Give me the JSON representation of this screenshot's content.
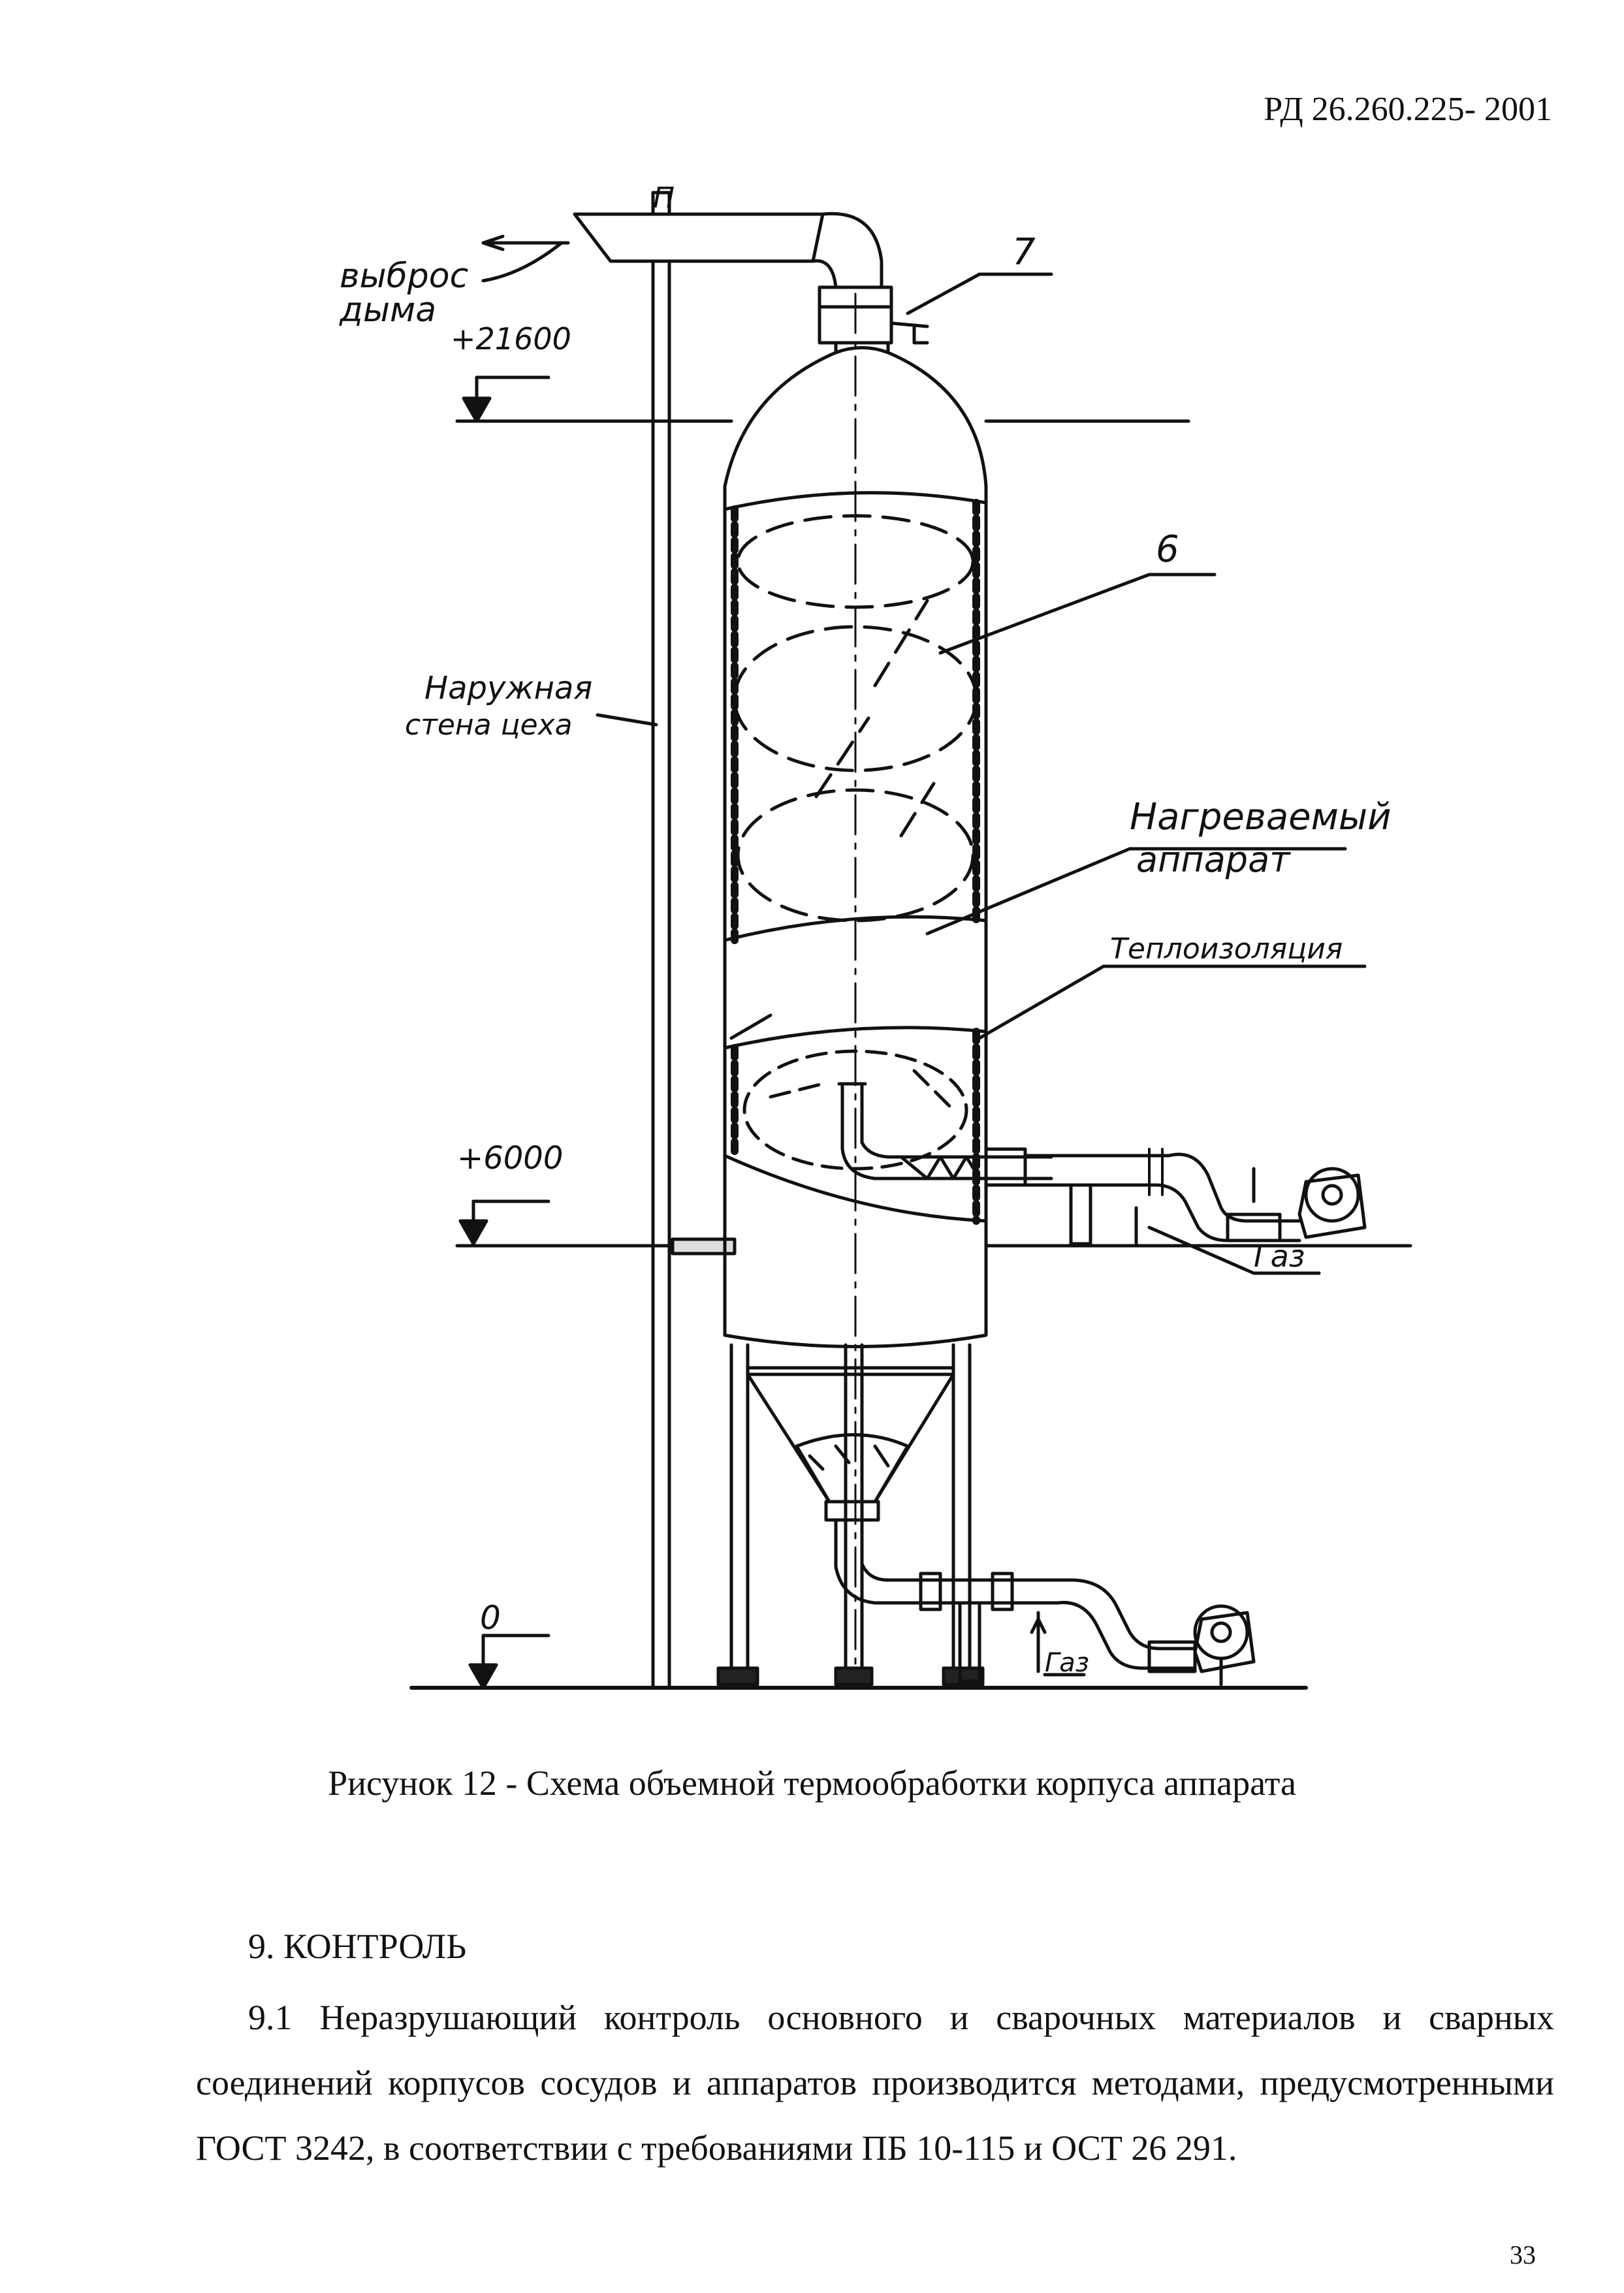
{
  "header": {
    "doc_code": "РД 26.260.225- 2001"
  },
  "figure": {
    "labels": {
      "smoke": "выброс дыма",
      "level_top": "+21600",
      "item_7": "7",
      "item_6": "6",
      "outer_wall": "Наружная стена цеха",
      "heated_apparatus": "Нагреваемый аппарат",
      "insulation": "Теплоизоляция",
      "level_mid": "+6000",
      "gas_upper": "Газ",
      "level_zero": "0",
      "gas_lower": "Газ",
      "top_mark": "П"
    },
    "caption": "Рисунок 12 - Схема объемной термообработки корпуса аппарата"
  },
  "section": {
    "title": "9. КОНТРОЛЬ",
    "paragraph": "9.1 Неразрушающий контроль основного и сварочных материалов и сварных соединений корпусов сосудов и аппаратов производится методами, предусмотренными ГОСТ 3242, в соответствии с требованиями ПБ 10-115 и ОСТ 26 291."
  },
  "footer": {
    "page_number": "33"
  }
}
